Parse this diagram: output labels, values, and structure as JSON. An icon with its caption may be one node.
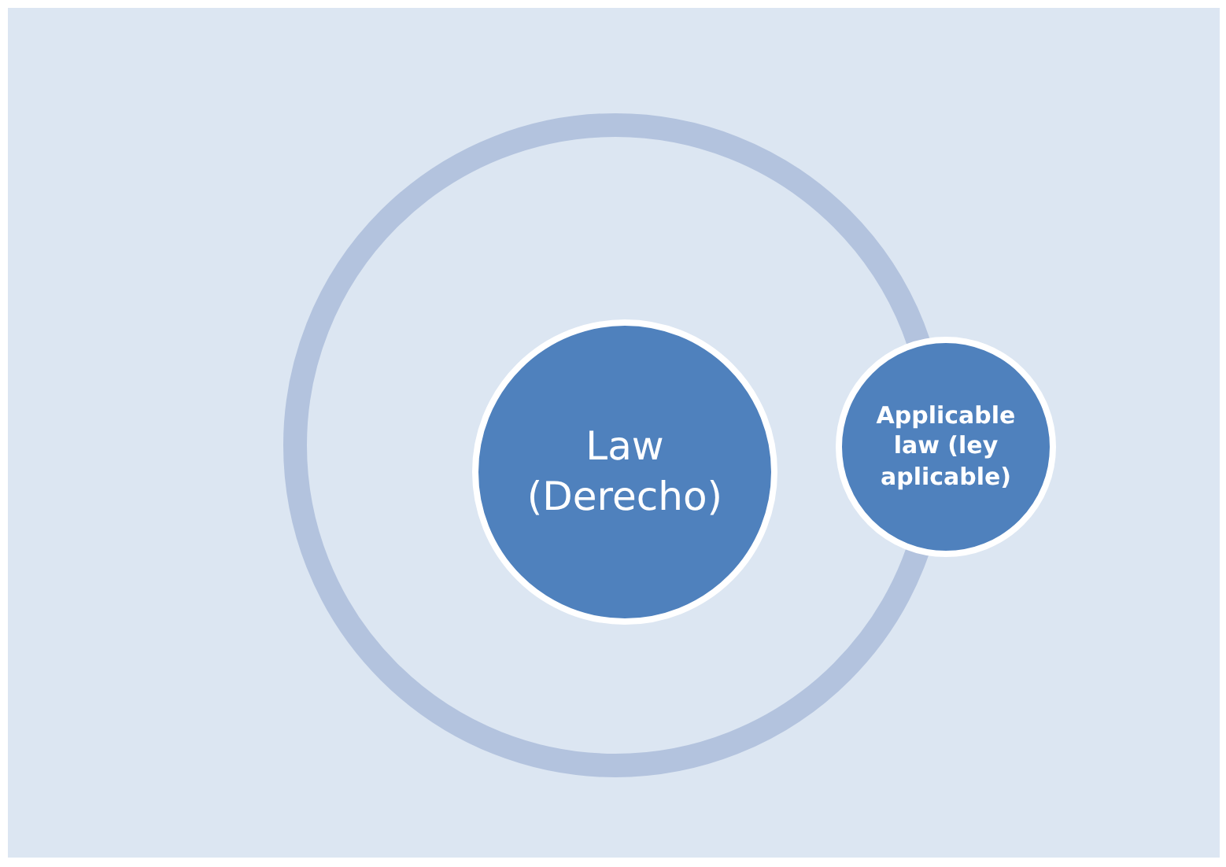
{
  "diagram": {
    "nodes": [
      {
        "text": [],
        "shape": "circle"
      },
      {
        "text": [
          "Law (Derecho)"
        ],
        "in": 0
      },
      {
        "text": [
          "Applicable law (ley aplicable)"
        ]
      }
    ]
  }
}
